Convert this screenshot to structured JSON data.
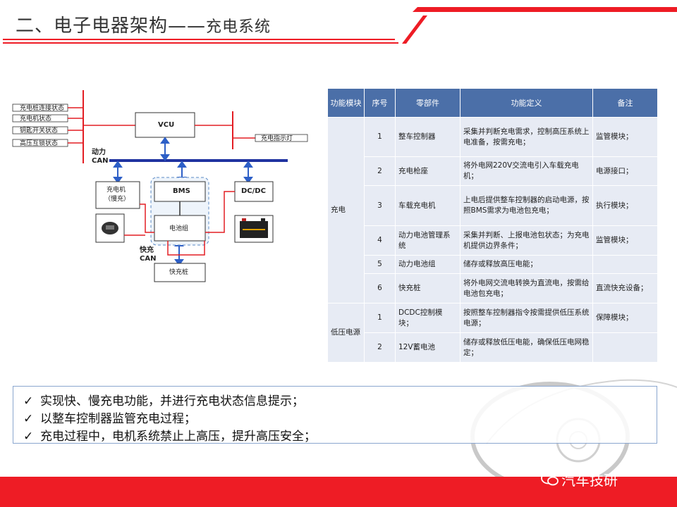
{
  "header": {
    "title_main": "二、电子电器架构——",
    "title_sub": "充电系统",
    "accent_color": "#ee1c25"
  },
  "diagram": {
    "left_labels": [
      "充电桩连接状态",
      "充电机状态",
      "钥匙开关状态",
      "高压互锁状态"
    ],
    "right_label": "充电指示灯",
    "vcu": "VCU",
    "power_can": [
      "动力",
      "CAN"
    ],
    "charger": [
      "充电机",
      "（慢充）"
    ],
    "bms": "BMS",
    "battery": "电池组",
    "dcdc": "DC/DC",
    "fast_can": [
      "快充",
      "CAN"
    ],
    "fast_charge": "快充桩"
  },
  "table": {
    "headers": [
      "功能模块",
      "序号",
      "零部件",
      "功能定义",
      "备注"
    ],
    "groups": [
      {
        "module": "充电",
        "rows": [
          {
            "no": "1",
            "part": "整车控制器",
            "def": "采集并判断充电需求，控制高压系统上电准备，按需充电；",
            "note": "监管模块；"
          },
          {
            "no": "2",
            "part": "充电枪座",
            "def": "将外电网220V交流电引入车载充电机；",
            "note": "电源接口；"
          },
          {
            "no": "3",
            "part": "车载充电机",
            "def": "上电后提供整车控制器的启动电源，按照BMS需求为电池包充电；",
            "note": "执行模块；"
          },
          {
            "no": "4",
            "part": "动力电池管理系统",
            "def": "采集并判断、上报电池包状态；为充电机提供边界条件；",
            "note": "监管模块；"
          },
          {
            "no": "5",
            "part": "动力电池组",
            "def": "储存或释放高压电能；",
            "note": ""
          },
          {
            "no": "6",
            "part": "快充桩",
            "def": "将外电网交流电转换为直流电，按需给电池包充电；",
            "note": "直流快充设备；"
          }
        ]
      },
      {
        "module": "低压电源",
        "rows": [
          {
            "no": "1",
            "part": "DCDC控制模块；",
            "def": "按照整车控制器指令按需提供低压系统电源；",
            "note": "保障模块；"
          },
          {
            "no": "2",
            "part": "12V蓄电池",
            "def": "储存或释放低压电能，确保低压电网稳定；",
            "note": ""
          }
        ]
      }
    ]
  },
  "notes": [
    "实现快、慢充电功能，并进行充电状态信息提示；",
    "以整车控制器监管充电过程；",
    "充电过程中，电机系统禁止上高压，提升高压安全；"
  ],
  "brand": "汽车技研",
  "check_icon": "✓"
}
